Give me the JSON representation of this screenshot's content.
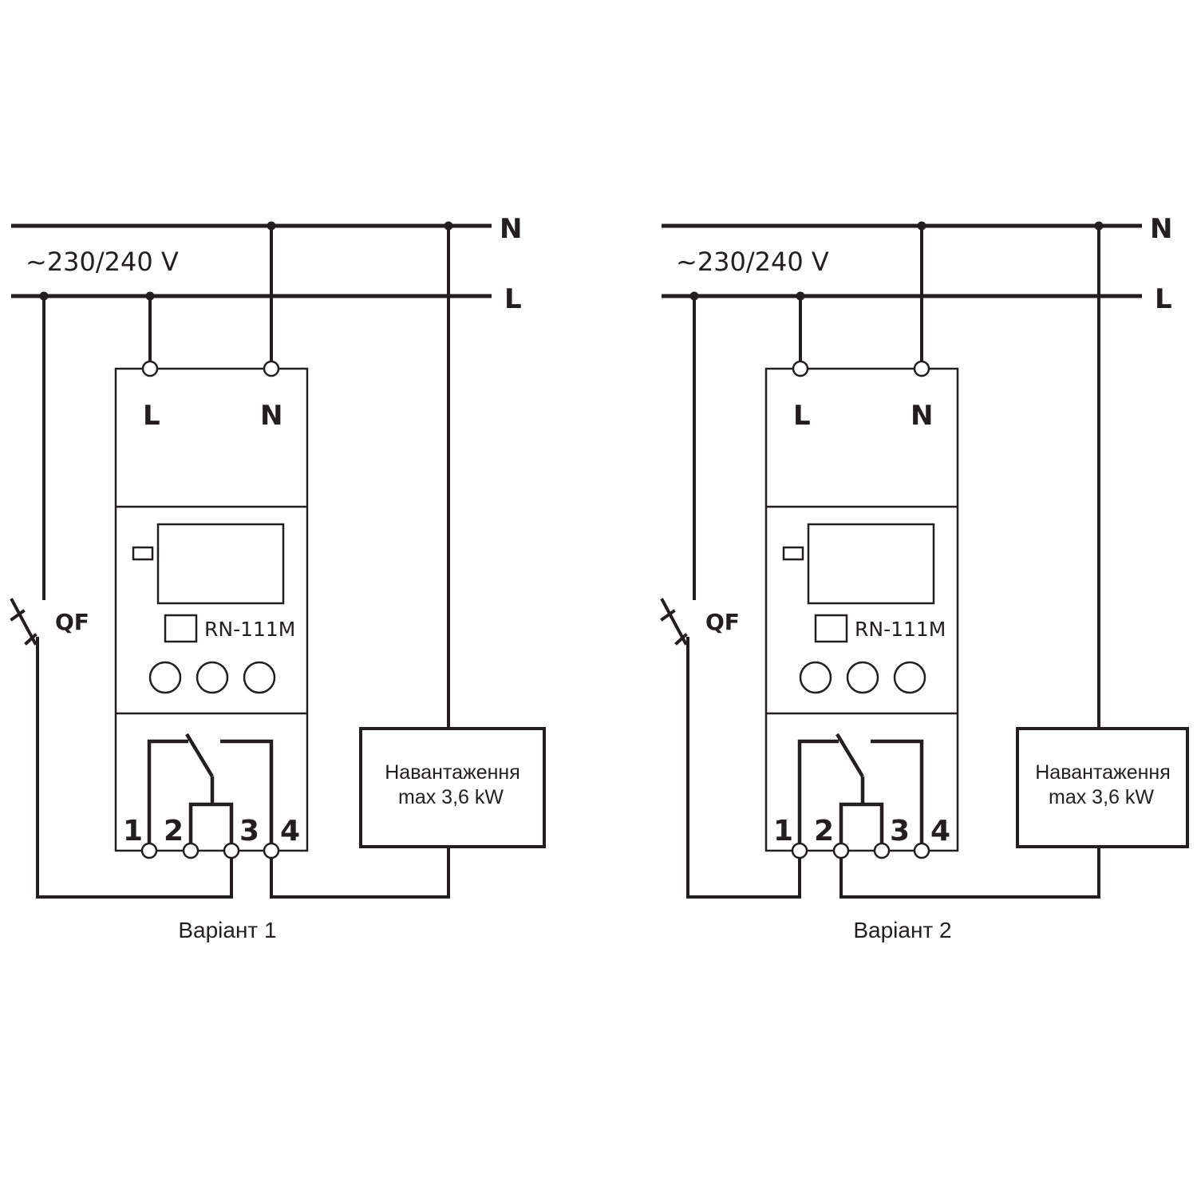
{
  "variants": [
    {
      "bus_n": "N",
      "bus_l": "L",
      "voltage": "~230/240 V",
      "device_terminal_l": "L",
      "device_terminal_n": "N",
      "model": "RN-111M",
      "breaker": "QF",
      "contacts": [
        "1",
        "2",
        "3",
        "4"
      ],
      "load_line1": "Навантаження",
      "load_line2": "max 3,6 kW",
      "caption": "Варіант 1"
    },
    {
      "bus_n": "N",
      "bus_l": "L",
      "voltage": "~230/240 V",
      "device_terminal_l": "L",
      "device_terminal_n": "N",
      "model": "RN-111M",
      "breaker": "QF",
      "contacts": [
        "1",
        "2",
        "3",
        "4"
      ],
      "load_line1": "Навантаження",
      "load_line2": "max 3,6 kW",
      "caption": "Варіант 2"
    }
  ]
}
